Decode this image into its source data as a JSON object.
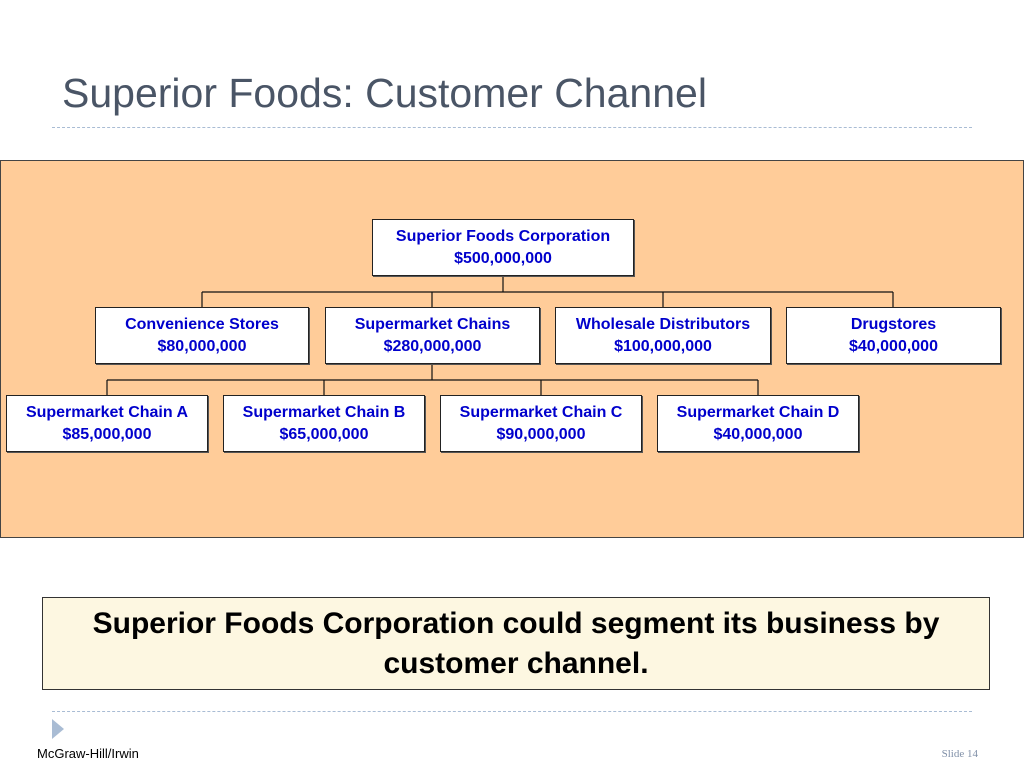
{
  "slide": {
    "title": "Superior Foods: Customer Channel",
    "callout": "Superior Foods Corporation could segment its business by customer channel.",
    "footer_left": "McGraw-Hill/Irwin",
    "footer_right": "Slide 14"
  },
  "org_chart": {
    "root": {
      "name": "Superior Foods Corporation",
      "value": "$500,000,000"
    },
    "channels": [
      {
        "name": "Convenience Stores",
        "value": "$80,000,000"
      },
      {
        "name": "Supermarket Chains",
        "value": "$280,000,000"
      },
      {
        "name": "Wholesale Distributors",
        "value": "$100,000,000"
      },
      {
        "name": "Drugstores",
        "value": "$40,000,000"
      }
    ],
    "supermarket_chains": [
      {
        "name": "Supermarket Chain A",
        "value": "$85,000,000"
      },
      {
        "name": "Supermarket Chain B",
        "value": "$65,000,000"
      },
      {
        "name": "Supermarket Chain C",
        "value": "$90,000,000"
      },
      {
        "name": "Supermarket Chain D",
        "value": "$40,000,000"
      }
    ],
    "colors": {
      "panel": "#ffcc99",
      "node_text": "#0000cc",
      "callout_bg": "#fdf7e1"
    }
  }
}
